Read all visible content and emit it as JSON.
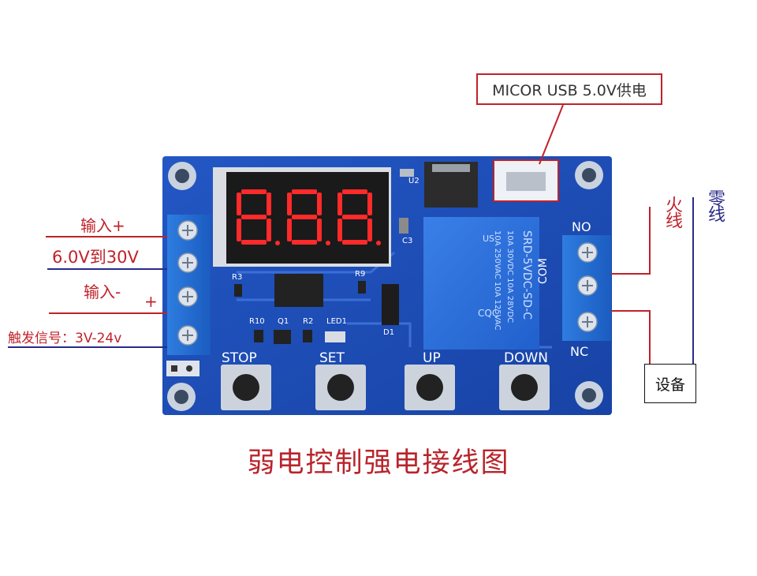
{
  "display": {
    "digits": "888"
  },
  "usb_label": "MICOR USB 5.0V供电",
  "left_labels": {
    "input_plus": "输入+",
    "voltage_range": "6.0V到30V",
    "input_minus": "输入-",
    "trigger_plus": "+",
    "trigger_signal": "触发信号：3V-24v"
  },
  "right_labels": {
    "live_wire": "火线",
    "neutral_wire": "零线",
    "no": "NO",
    "com": "COM",
    "nc": "NC",
    "device": "设备"
  },
  "board_labels": {
    "u2": "U2",
    "c3": "C3",
    "r3": "R3",
    "r9": "R9",
    "r10": "R10",
    "q1": "Q1",
    "r2": "R2",
    "led1": "LED1",
    "d1": "D1"
  },
  "relay_text": {
    "model": "SRD-5VDC-SD-C",
    "line1": "10A 250VAC  10A 125VAC",
    "line2": "10A 30VDC   10A 28VDC",
    "cqc": "CQC",
    "us": "US"
  },
  "buttons": [
    "STOP",
    "SET",
    "UP",
    "DOWN"
  ],
  "caption": "弱电控制强电接线图",
  "colors": {
    "board": "#1f4fb8",
    "wire_red": "#c0222a",
    "wire_blue": "#2a2a8c",
    "segment": "#ff2a2a"
  }
}
